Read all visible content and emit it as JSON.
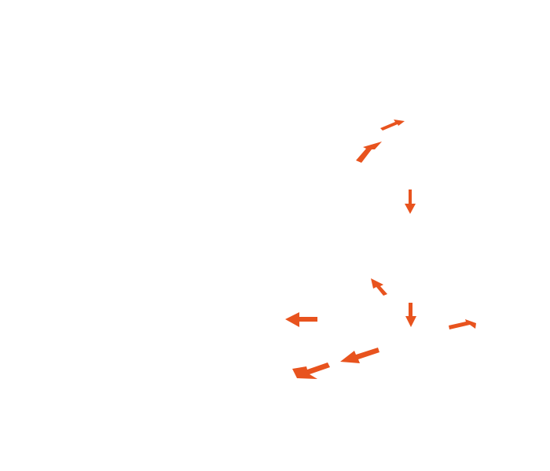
{
  "canvas": {
    "background": "#ffffff",
    "arrow_color": "#e8531e"
  },
  "arrows": [
    {
      "id": "arrow-1",
      "direction": "up-right"
    },
    {
      "id": "arrow-2",
      "direction": "up-right"
    },
    {
      "id": "arrow-3",
      "direction": "down"
    },
    {
      "id": "arrow-4",
      "direction": "up-left"
    },
    {
      "id": "arrow-5",
      "direction": "down"
    },
    {
      "id": "arrow-6",
      "direction": "right"
    },
    {
      "id": "arrow-7",
      "direction": "left"
    },
    {
      "id": "arrow-8",
      "direction": "left-down"
    },
    {
      "id": "arrow-9",
      "direction": "left-down"
    }
  ]
}
